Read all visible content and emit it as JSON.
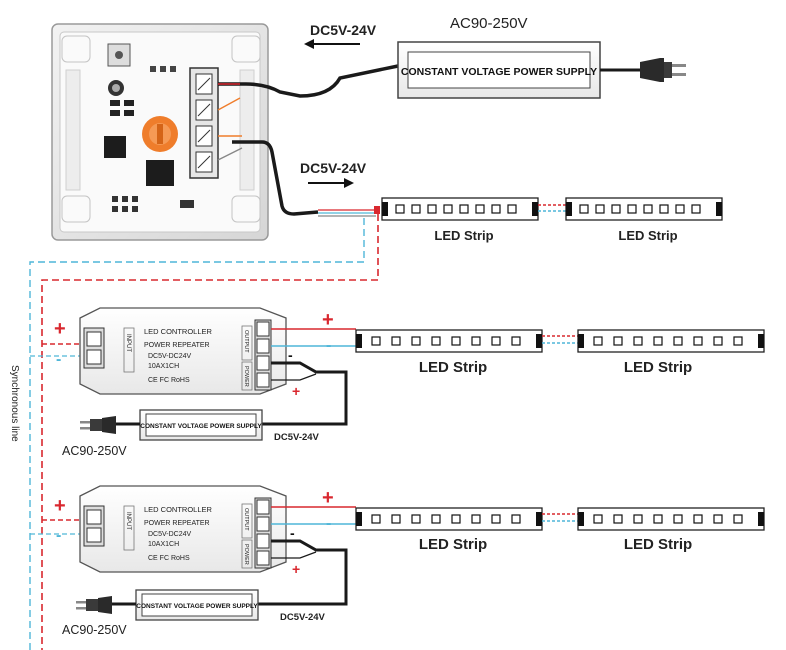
{
  "top": {
    "arrow_left_label": "DC5V-24V",
    "psu_ac_label": "AC90-250V",
    "psu_label": "CONSTANT VOLTAGE POWER SUPPLY",
    "arrow_right_label": "DC5V-24V",
    "strip1_label": "LED Strip",
    "strip2_label": "LED Strip"
  },
  "sync_line_label": "Synchronous line",
  "repeaters": [
    {
      "title": "LED CONTROLLER",
      "subtitle": "POWER REPEATER",
      "voltage": "DC5V-DC24V",
      "channel": "10AX1CH",
      "cert": "CE FC RoHS",
      "input_tag": "INPUT",
      "output_tag": "OUTPUT",
      "power_tag": "POWER",
      "plus": "+",
      "minus": "-",
      "psu_label": "CONSTANT VOLTAGE POWER SUPPLY",
      "psu_dc": "DC5V-24V",
      "ac_label": "AC90-250V",
      "strip1_label": "LED Strip",
      "strip2_label": "LED Strip"
    },
    {
      "title": "LED CONTROLLER",
      "subtitle": "POWER REPEATER",
      "voltage": "DC5V-DC24V",
      "channel": "10AX1CH",
      "cert": "CE FC RoHS",
      "input_tag": "INPUT",
      "output_tag": "OUTPUT",
      "power_tag": "POWER",
      "plus": "+",
      "minus": "-",
      "psu_label": "CONSTANT VOLTAGE POWER SUPPLY",
      "psu_dc": "DC5V-24V",
      "ac_label": "AC90-250V",
      "strip1_label": "LED Strip",
      "strip2_label": "LED Strip"
    }
  ],
  "colors": {
    "red_wire": "#d9282f",
    "blue_wire": "#4fb6d8",
    "black_wire": "#1a1a1a",
    "orange_knob": "#ef7d2b"
  }
}
